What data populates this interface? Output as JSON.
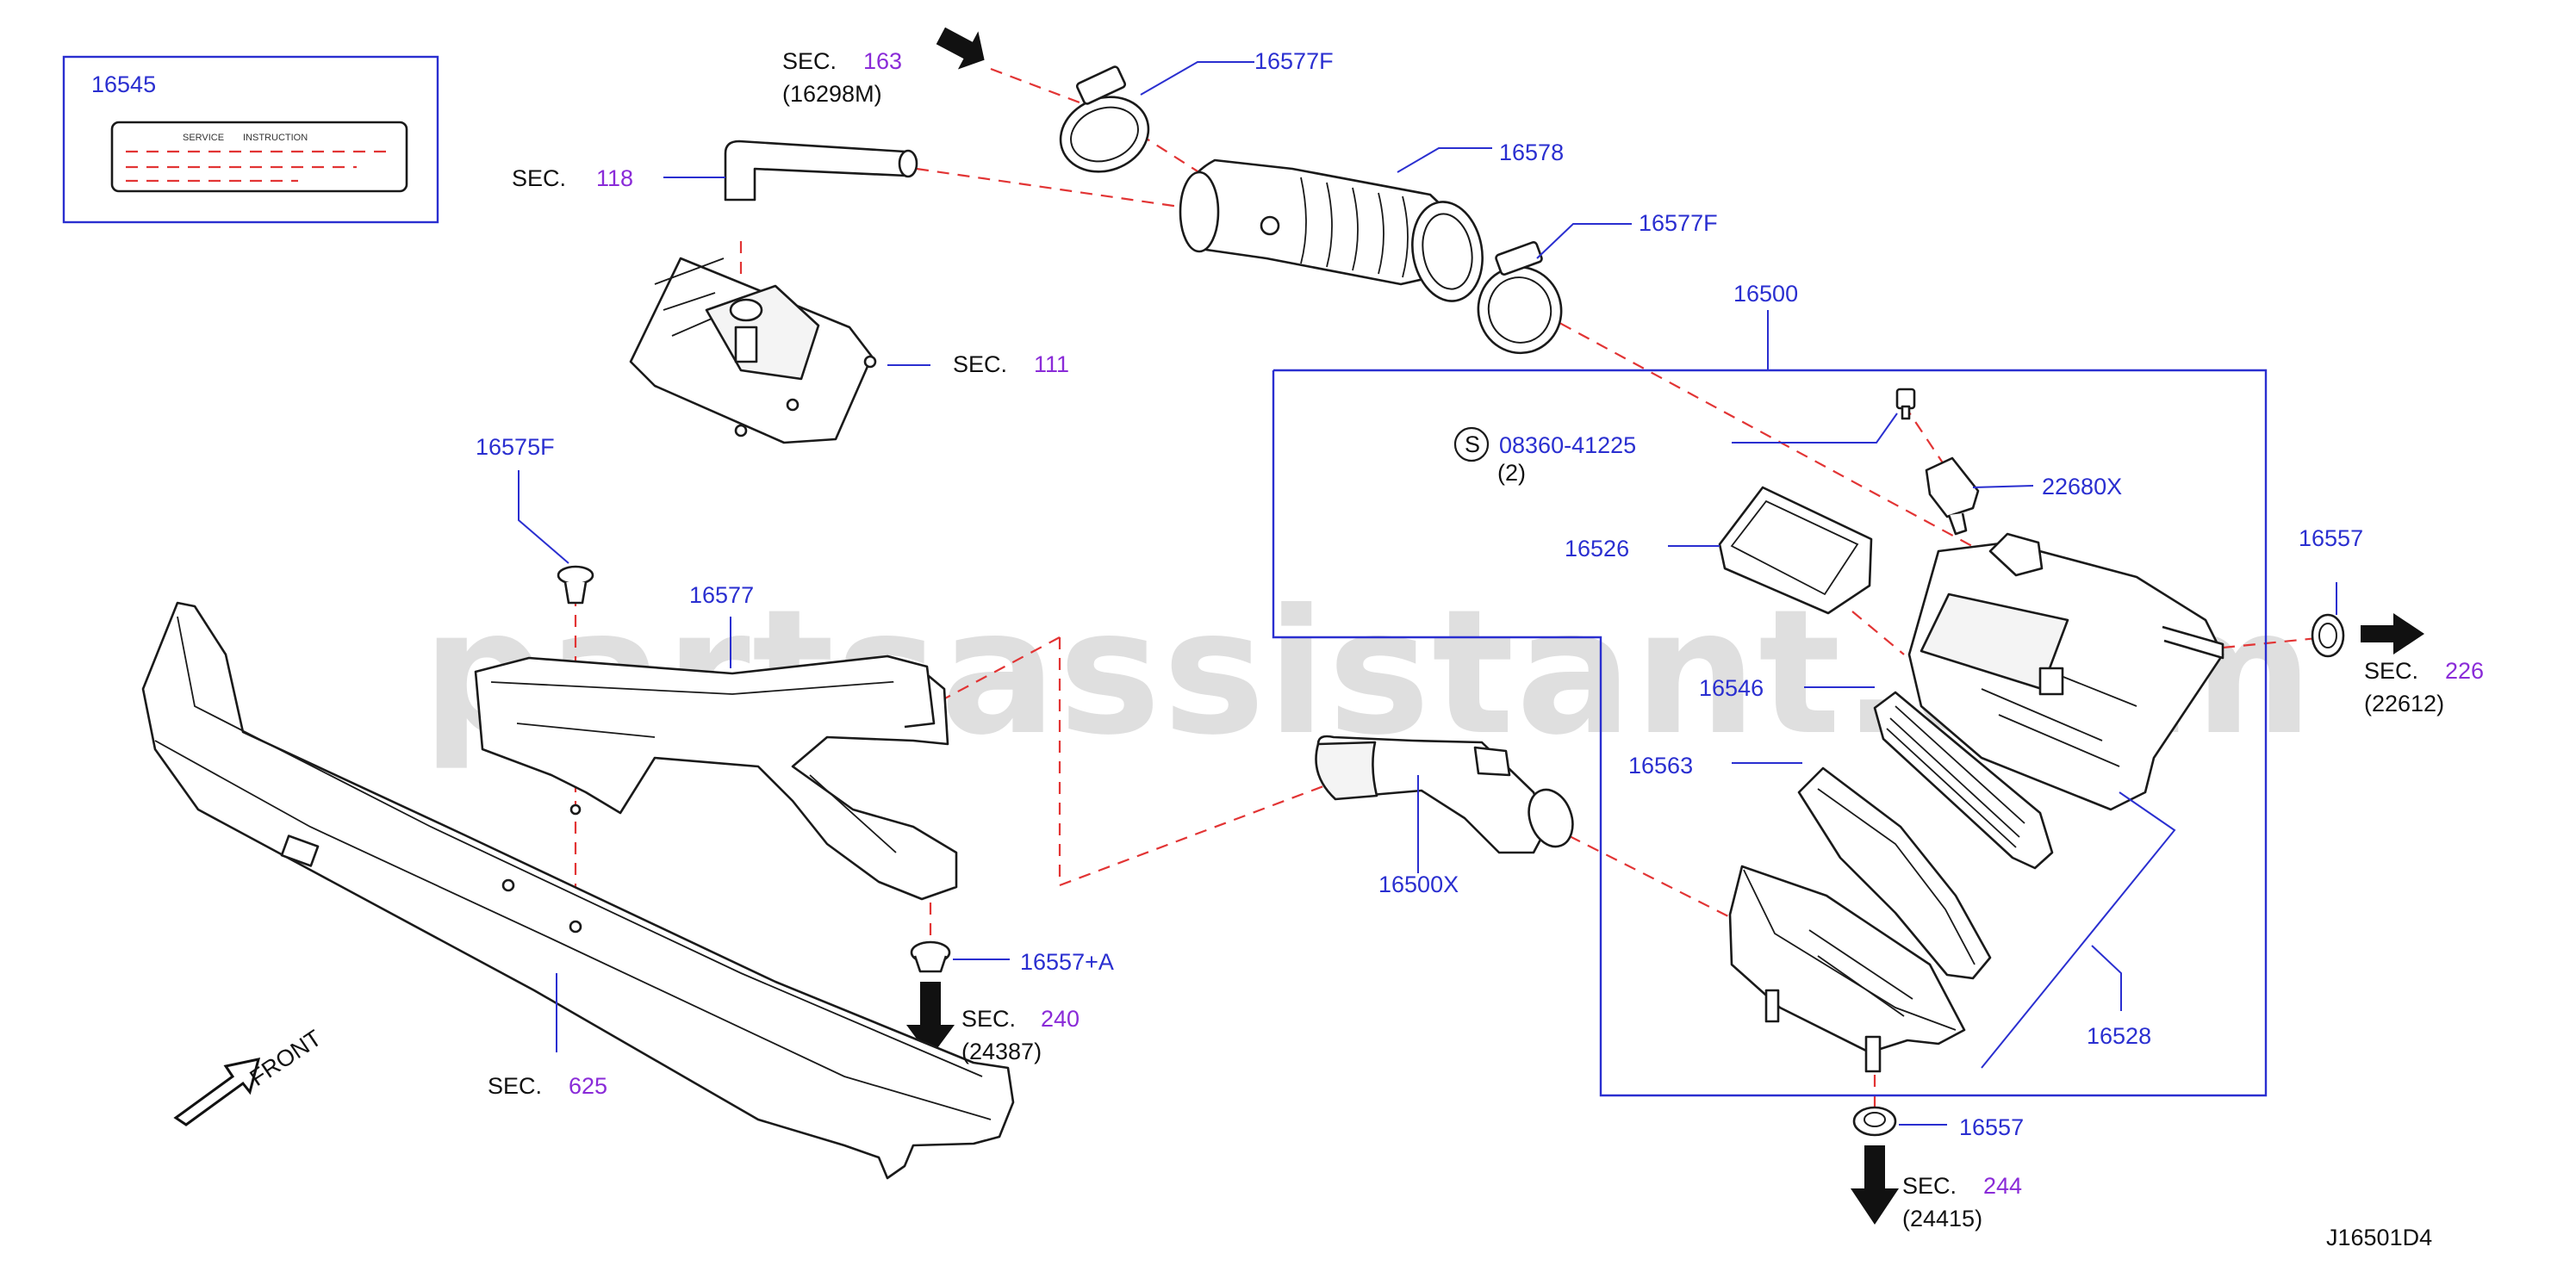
{
  "callouts": {
    "p16545": "16545",
    "p16577F_a": "16577F",
    "p16578": "16578",
    "p16577F_b": "16577F",
    "p16500": "16500",
    "p08360": "08360-41225",
    "p08360_qty": "(2)",
    "p22680X": "22680X",
    "p16526": "16526",
    "p16557_r": "16557",
    "p16546": "16546",
    "p16563": "16563",
    "p16500X": "16500X",
    "p16528": "16528",
    "p16557_b": "16557",
    "p16575F": "16575F",
    "p16577": "16577",
    "p16557A": "16557+A"
  },
  "sections": {
    "sec_prefix": "SEC.",
    "s163": "163",
    "s163_sub": "(16298M)",
    "s118": "118",
    "s111": "111",
    "s226": "226",
    "s226_sub": "(22612)",
    "s240": "240",
    "s240_sub": "(24387)",
    "s625": "625",
    "s244": "244",
    "s244_sub": "(24415)"
  },
  "label_card": {
    "service": "SERVICE",
    "instruction": "INSTRUCTION"
  },
  "symbol_s": "S",
  "front": "FRONT",
  "diagram_code": "J16501D4",
  "watermark": "partsassistant.com",
  "colors": {
    "part_number": "#2a2fd0",
    "section_number": "#8a2bd8",
    "dashed_line": "#e23434",
    "outline": "#1a1a1a"
  }
}
